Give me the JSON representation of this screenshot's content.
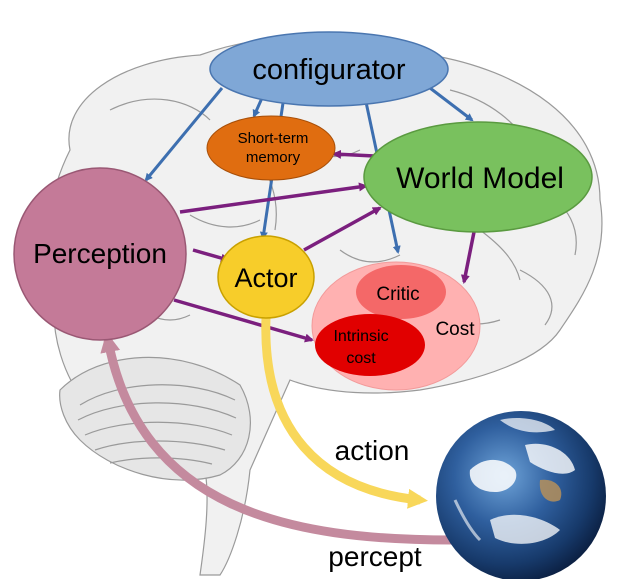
{
  "nodes": {
    "configurator": "configurator",
    "short_term_memory_line1": "Short-term",
    "short_term_memory_line2": "memory",
    "world_model": "World Model",
    "perception": "Perception",
    "actor": "Actor",
    "critic": "Critic",
    "cost": "Cost",
    "intrinsic_cost_line1": "Intrinsic",
    "intrinsic_cost_line2": "cost"
  },
  "flows": {
    "action": "action",
    "percept": "percept"
  },
  "colors": {
    "configurator": "#7fa7d6",
    "short_term_memory": "#e06d10",
    "world_model": "#79c15e",
    "perception": "#c47a98",
    "actor": "#f7cd2a",
    "cost": "#ffb1b1",
    "critic": "#f46868",
    "intrinsic_cost": "#e10000",
    "blue_arrow": "#3d6fb0",
    "purple_arrow": "#7b1f7e",
    "action_arrow": "#f8d75a",
    "percept_arrow": "#c48a9e"
  }
}
